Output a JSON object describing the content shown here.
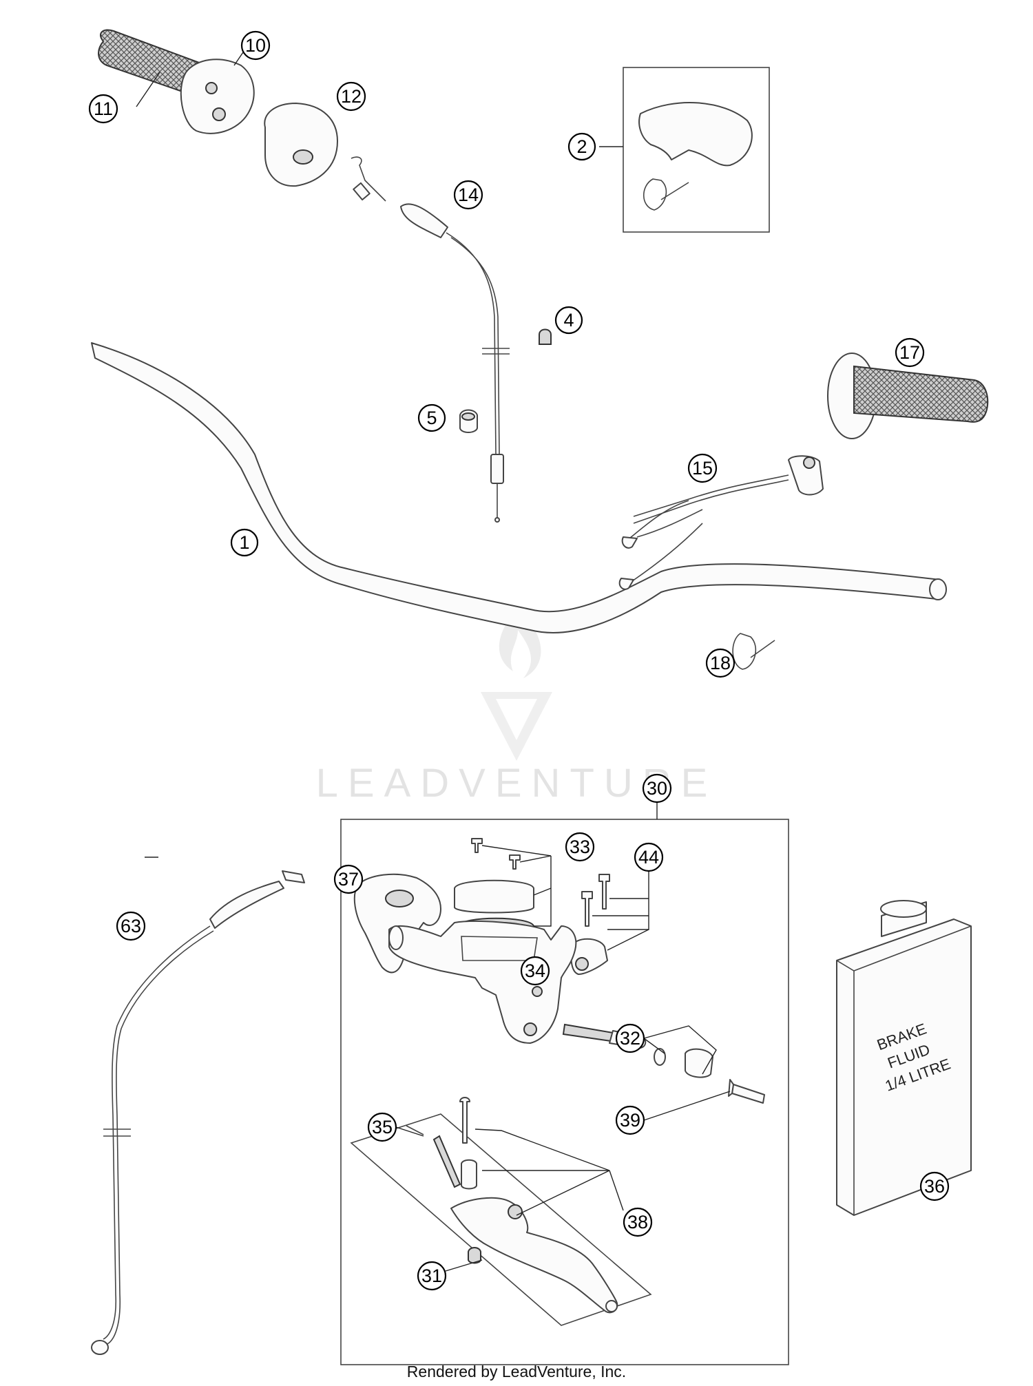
{
  "diagram": {
    "footer_credit": "Rendered by LeadVenture, Inc.",
    "watermark": "LEADVENTURE",
    "brake_fluid_label": [
      "BRAKE",
      "FLUID",
      "1/4 LITRE"
    ]
  },
  "callouts": {
    "c1": "1",
    "c2": "2",
    "c4": "4",
    "c5": "5",
    "c10": "10",
    "c11": "11",
    "c12": "12",
    "c14": "14",
    "c15": "15",
    "c17": "17",
    "c18": "18",
    "c30": "30",
    "c31": "31",
    "c32": "32",
    "c33": "33",
    "c34": "34",
    "c35": "35",
    "c36": "36",
    "c37": "37",
    "c38": "38",
    "c39": "39",
    "c44": "44",
    "c63": "63"
  }
}
